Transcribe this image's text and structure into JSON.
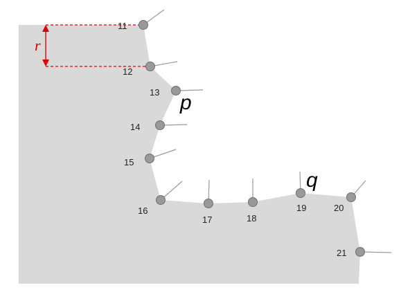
{
  "colors": {
    "region_fill": "#d9d9d9",
    "node_fill": "#999999",
    "node_stroke": "#6f6f6f",
    "normal_line": "#9a9a9a",
    "dimension": "#e00000",
    "label_text": "#222222"
  },
  "nodes": [
    {
      "id": "11",
      "label": "11"
    },
    {
      "id": "12",
      "label": "12"
    },
    {
      "id": "13",
      "label": "13"
    },
    {
      "id": "14",
      "label": "14"
    },
    {
      "id": "15",
      "label": "15"
    },
    {
      "id": "16",
      "label": "16"
    },
    {
      "id": "17",
      "label": "17"
    },
    {
      "id": "18",
      "label": "18"
    },
    {
      "id": "19",
      "label": "19"
    },
    {
      "id": "20",
      "label": "20"
    },
    {
      "id": "21",
      "label": "21"
    }
  ],
  "point_labels": {
    "p": "p",
    "q": "q"
  },
  "dimension": {
    "label": "r"
  }
}
